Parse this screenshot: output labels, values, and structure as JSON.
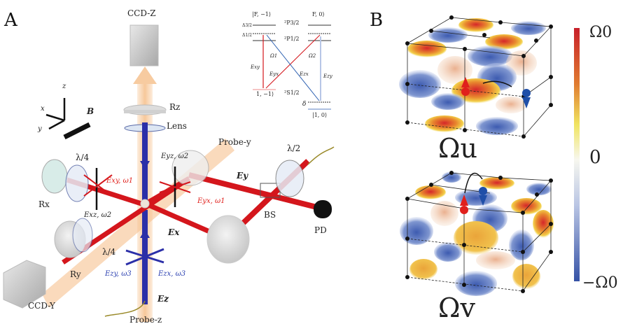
{
  "figure": {
    "panel_a": {
      "letter": "A",
      "labels": {
        "ccd_z": "CCD-Z",
        "ccd_y": "CCD-Y",
        "rz": "Rz",
        "rx": "Rx",
        "ry": "Ry",
        "lens": "Lens",
        "probe_y": "Probe-y",
        "probe_z": "Probe-z",
        "lambda4_top": "λ/4",
        "lambda4_bottom": "λ/4",
        "lambda2": "λ/2",
        "bs": "BS",
        "pd": "PD",
        "ey": "Ey",
        "ex": "Ex",
        "ez": "Ez",
        "exy_w1": "Exy, ω1",
        "eyx_w1": "Eyx, ω1",
        "exz_w2": "Exz, ω2",
        "eyz_w2": "Eyz, ω2",
        "ezy_w3": "Ezy, ω3",
        "ezx_w3": "Ezx, ω3",
        "axis_x": "x",
        "axis_y": "y",
        "axis_z": "z",
        "b_field": "B"
      },
      "level_diagram": {
        "state_f_minus1": "|F, −1⟩",
        "state_f_0": "F, 0⟩",
        "p32": "²P3/2",
        "p12": "²P1/2",
        "s12": "²S1/2",
        "ground_minus1": "1, −1⟩",
        "ground_0": "|1, 0⟩",
        "omega1": "Ω1",
        "omega2": "Ω2",
        "delta_32": "Δ3/2",
        "delta_12": "Δ1/2",
        "delta": "δ",
        "exy": "Exy",
        "eyx": "Eyx",
        "ezx": "Ezx",
        "ezy": "Ezy"
      }
    },
    "panel_b": {
      "letter": "B",
      "top_label": "Ωu",
      "bottom_label": "Ωv",
      "colorbar": {
        "max_label": "Ω0",
        "mid_label": "0",
        "min_label": "−Ω0",
        "colors": [
          "#c8202a",
          "#e07b30",
          "#f0e460",
          "#f7f7f0",
          "#a9b9de",
          "#3552a6"
        ]
      }
    },
    "colors": {
      "red_beam": "#d4161c",
      "blue_beam": "#2b2fa8",
      "probe": "#f6c28f",
      "spin_up": "#e0201c",
      "spin_down": "#1f4fa8"
    }
  }
}
